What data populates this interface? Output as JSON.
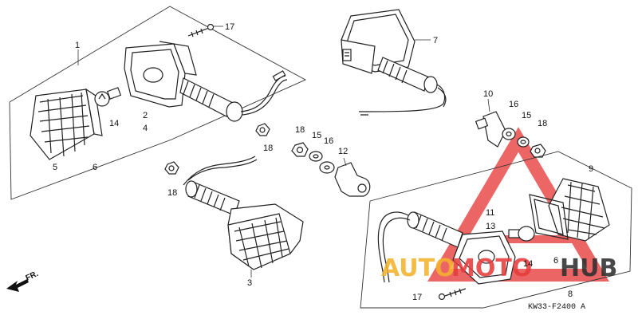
{
  "callouts": [
    {
      "id": "c1",
      "text": "1"
    },
    {
      "id": "c2",
      "text": "2"
    },
    {
      "id": "c4",
      "text": "4"
    },
    {
      "id": "c14a",
      "text": "14"
    },
    {
      "id": "c5",
      "text": "5"
    },
    {
      "id": "c6a",
      "text": "6"
    },
    {
      "id": "c17a",
      "text": "17"
    },
    {
      "id": "c7",
      "text": "7"
    },
    {
      "id": "c18a",
      "text": "18"
    },
    {
      "id": "c18b",
      "text": "18"
    },
    {
      "id": "c15a",
      "text": "15"
    },
    {
      "id": "c16a",
      "text": "16"
    },
    {
      "id": "c12",
      "text": "12"
    },
    {
      "id": "c18c",
      "text": "18"
    },
    {
      "id": "c3",
      "text": "3"
    },
    {
      "id": "c10",
      "text": "10"
    },
    {
      "id": "c16b",
      "text": "16"
    },
    {
      "id": "c15b",
      "text": "15"
    },
    {
      "id": "c18d",
      "text": "18"
    },
    {
      "id": "c9",
      "text": "9"
    },
    {
      "id": "c11",
      "text": "11"
    },
    {
      "id": "c13",
      "text": "13"
    },
    {
      "id": "c14b",
      "text": "14"
    },
    {
      "id": "c6b",
      "text": "6"
    },
    {
      "id": "c8",
      "text": "8"
    },
    {
      "id": "c17b",
      "text": "17"
    }
  ],
  "diagram_code": "KW33-F2400 A",
  "direction_label": "FR.",
  "watermark": {
    "part1": "AUTO",
    "part2": "MOTO",
    "part3": "HUB",
    "color1": "#f3b22c",
    "color2": "#e73c3c",
    "color3": "#2f2f2f"
  }
}
